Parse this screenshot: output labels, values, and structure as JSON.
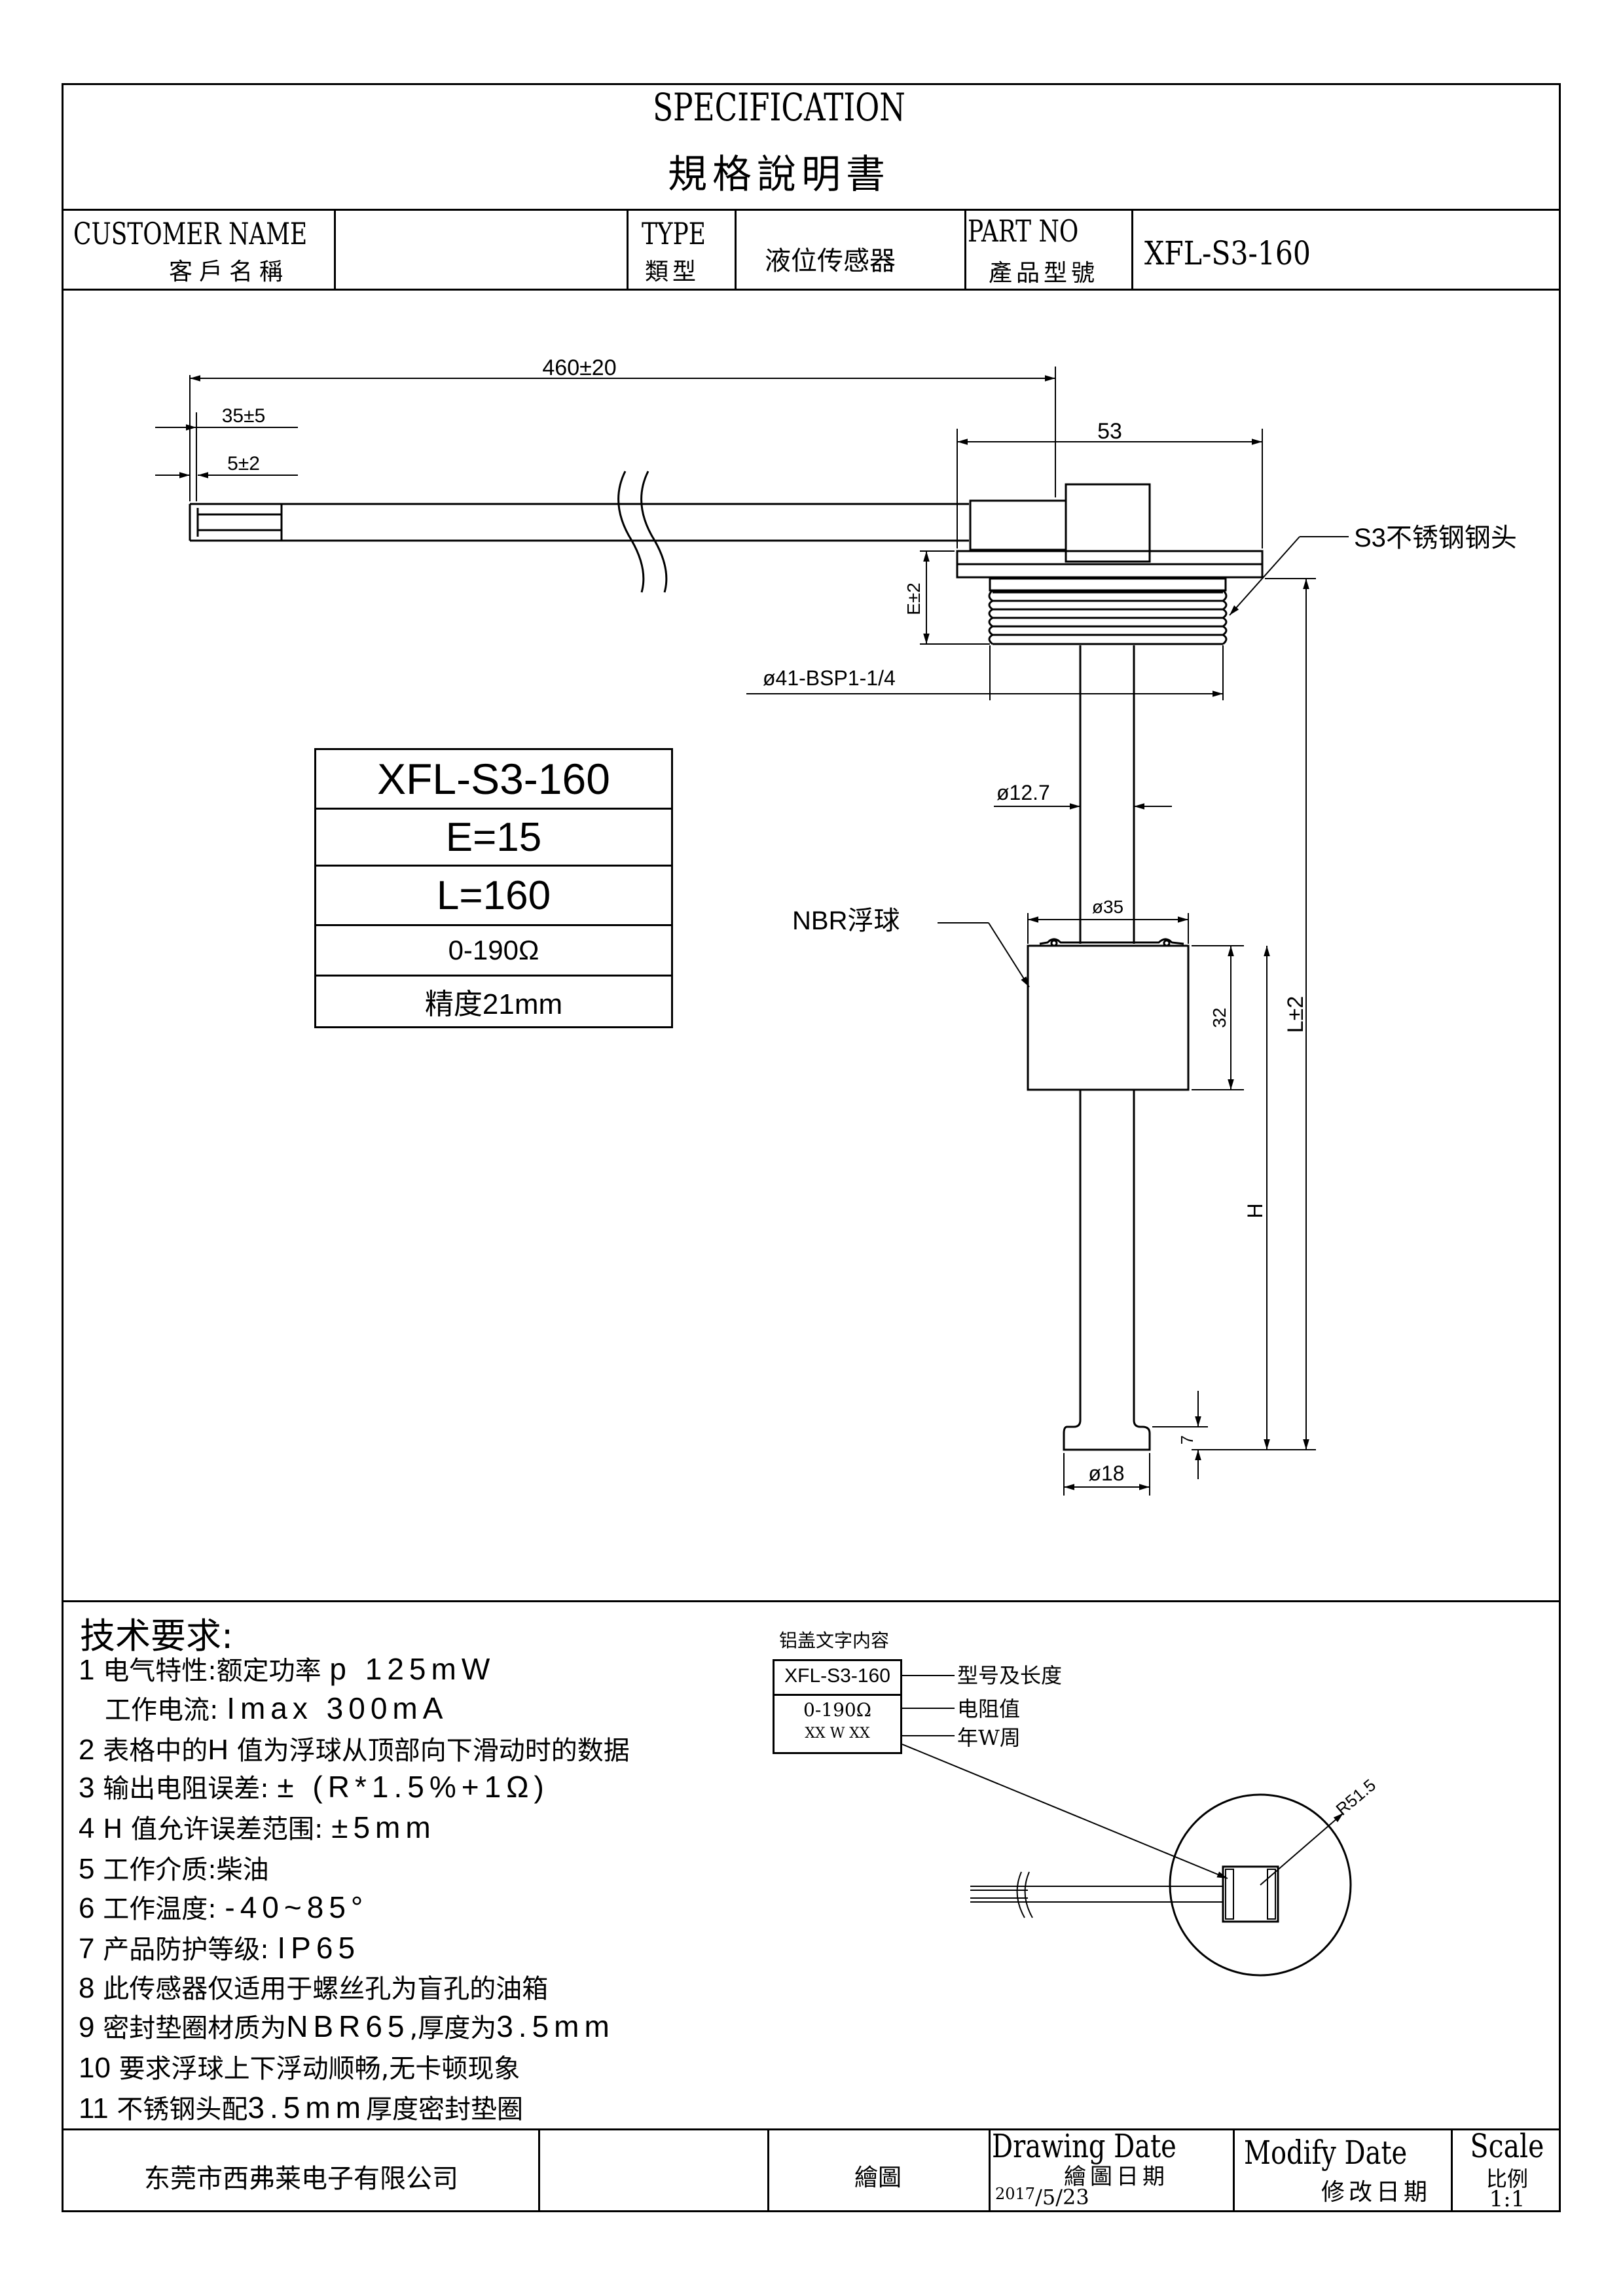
{
  "header": {
    "title_en": "SPECIFICATION",
    "title_zh": "規格說明書",
    "customer_label_en": "CUSTOMER NAME",
    "customer_label_zh": "客戶名稱",
    "customer_value": "",
    "type_label_en": "TYPE",
    "type_label_zh": "類型",
    "type_value": "液位传感器",
    "part_label_en": "PART NO",
    "part_label_zh": "產品型號",
    "part_value": "XFL-S3-160"
  },
  "drawing": {
    "dim_cable_total": "460±20",
    "dim_strip1": "35±5",
    "dim_strip2": "5±2",
    "dim_head_width": "53",
    "head_label": "S3不锈钢钢头",
    "dim_e": "E±2",
    "dim_thread": "ø41-BSP1-1/4",
    "dim_rod": "ø12.7",
    "float_label": "NBR浮球",
    "dim_float_dia": "ø35",
    "dim_float_height": "32",
    "dim_l": "L±2",
    "dim_h": "H",
    "dim_bottom": "7",
    "dim_bottom_dia": "ø18"
  },
  "spec_table": {
    "model": "XFL-S3-160",
    "e": "E=15",
    "l": "L=160",
    "resistance": "0-190Ω",
    "accuracy": "精度21mm"
  },
  "requirements": {
    "title": "技术要求:",
    "items": [
      {
        "num": "1",
        "label": "电气特性:额定功率",
        "value": "p    125mW"
      },
      {
        "num": "",
        "label": "工作电流:",
        "value": "Imax    300mA"
      },
      {
        "num": "2",
        "label": "表格中的",
        "value": "H",
        "tail": "值为浮球从顶部向下滑动时的数据"
      },
      {
        "num": "3",
        "label": "输出电阻误差:",
        "value": "±  (R*1.5%+1Ω)"
      },
      {
        "num": "4",
        "label": "H 值允许误差范围:",
        "value": "±5mm"
      },
      {
        "num": "5",
        "label": "工作介质:柴油",
        "value": ""
      },
      {
        "num": "6",
        "label": "工作温度:",
        "value": "-40~85°"
      },
      {
        "num": "7",
        "label": "产品防护等级:",
        "value": "IP65"
      },
      {
        "num": "8",
        "label": "此传感器仅适用于螺丝孔为盲孔的油箱",
        "value": ""
      },
      {
        "num": "9",
        "label": "密封垫圈材质为",
        "value": "NBR65",
        "tail": ",厚度为",
        "tail_value": "3.5mm"
      },
      {
        "num": "10",
        "label": "要求浮球上下浮动顺畅,无卡顿现象",
        "value": ""
      },
      {
        "num": "11",
        "label": "不锈钢头配",
        "value": "3.5mm",
        "tail": "厚度密封垫圈"
      }
    ]
  },
  "label_box": {
    "caption": "铝盖文字内容",
    "line1": "XFL-S3-160",
    "line2": "0-190Ω",
    "line3": "XX W XX",
    "note1": "型号及长度",
    "note2": "电阻值",
    "note3": "年W周",
    "radius": "R51.5"
  },
  "footer": {
    "company": "东莞市西弗莱电子有限公司",
    "drawn_label": "繪圖",
    "drawing_date_en": "Drawing Date",
    "drawing_date_zh": "繪圖日期",
    "drawing_date_value_year": "2017",
    "drawing_date_value_rest": "/5/23",
    "modify_date_en": "Modify Date",
    "modify_date_zh": "修改日期",
    "scale_en": "Scale",
    "scale_zh": "比例",
    "scale_value": "1:1"
  }
}
